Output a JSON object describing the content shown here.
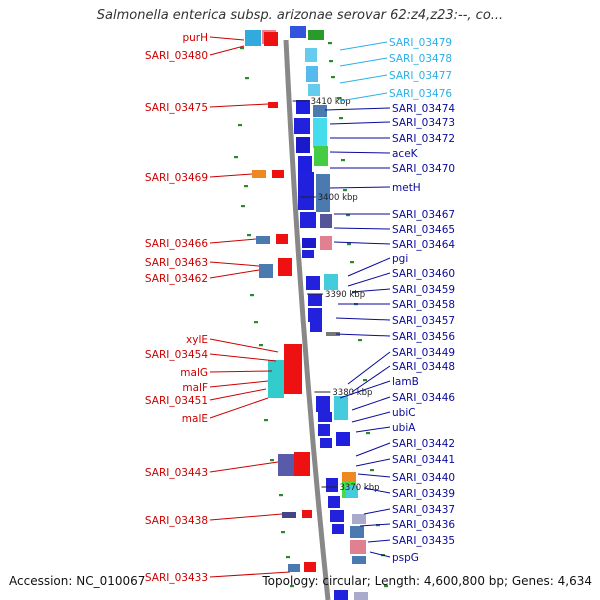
{
  "title": "Salmonella enterica subsp. arizonae serovar 62:z4,z23:--, co...",
  "footer": {
    "accession": "Accession: NC_010067",
    "stats": "Topology: circular; Length: 4,600,800 bp; Genes: 4,634"
  },
  "colors": {
    "left_label": "#cc0000",
    "right_label": "#0a0a9a",
    "right_label_light": "#2ab0e8",
    "backbone": "#888888"
  },
  "kbp_marks": [
    "3410 kbp",
    "3400 kbp",
    "3390 kbp",
    "3380 kbp",
    "3370 kbp"
  ],
  "left_labels": [
    "purH",
    "SARI_03480",
    "SARI_03475",
    "SARI_03469",
    "SARI_03466",
    "SARI_03463",
    "SARI_03462",
    "xylE",
    "SARI_03454",
    "malG",
    "malF",
    "SARI_03451",
    "malE",
    "SARI_03443",
    "SARI_03438",
    "SARI_03433"
  ],
  "right_labels_light": [
    "SARI_03479",
    "SARI_03478",
    "SARI_03477",
    "SARI_03476"
  ],
  "right_labels": [
    "SARI_03474",
    "SARI_03473",
    "SARI_03472",
    "aceK",
    "SARI_03470",
    "metH",
    "SARI_03467",
    "SARI_03465",
    "SARI_03464",
    "pgi",
    "SARI_03460",
    "SARI_03459",
    "SARI_03458",
    "SARI_03457",
    "SARI_03456",
    "SARI_03449",
    "SARI_03448",
    "lamB",
    "SARI_03446",
    "ubiC",
    "ubiA",
    "SARI_03442",
    "SARI_03441",
    "SARI_03440",
    "SARI_03439",
    "SARI_03437",
    "SARI_03436",
    "SARI_03435",
    "pspG"
  ]
}
